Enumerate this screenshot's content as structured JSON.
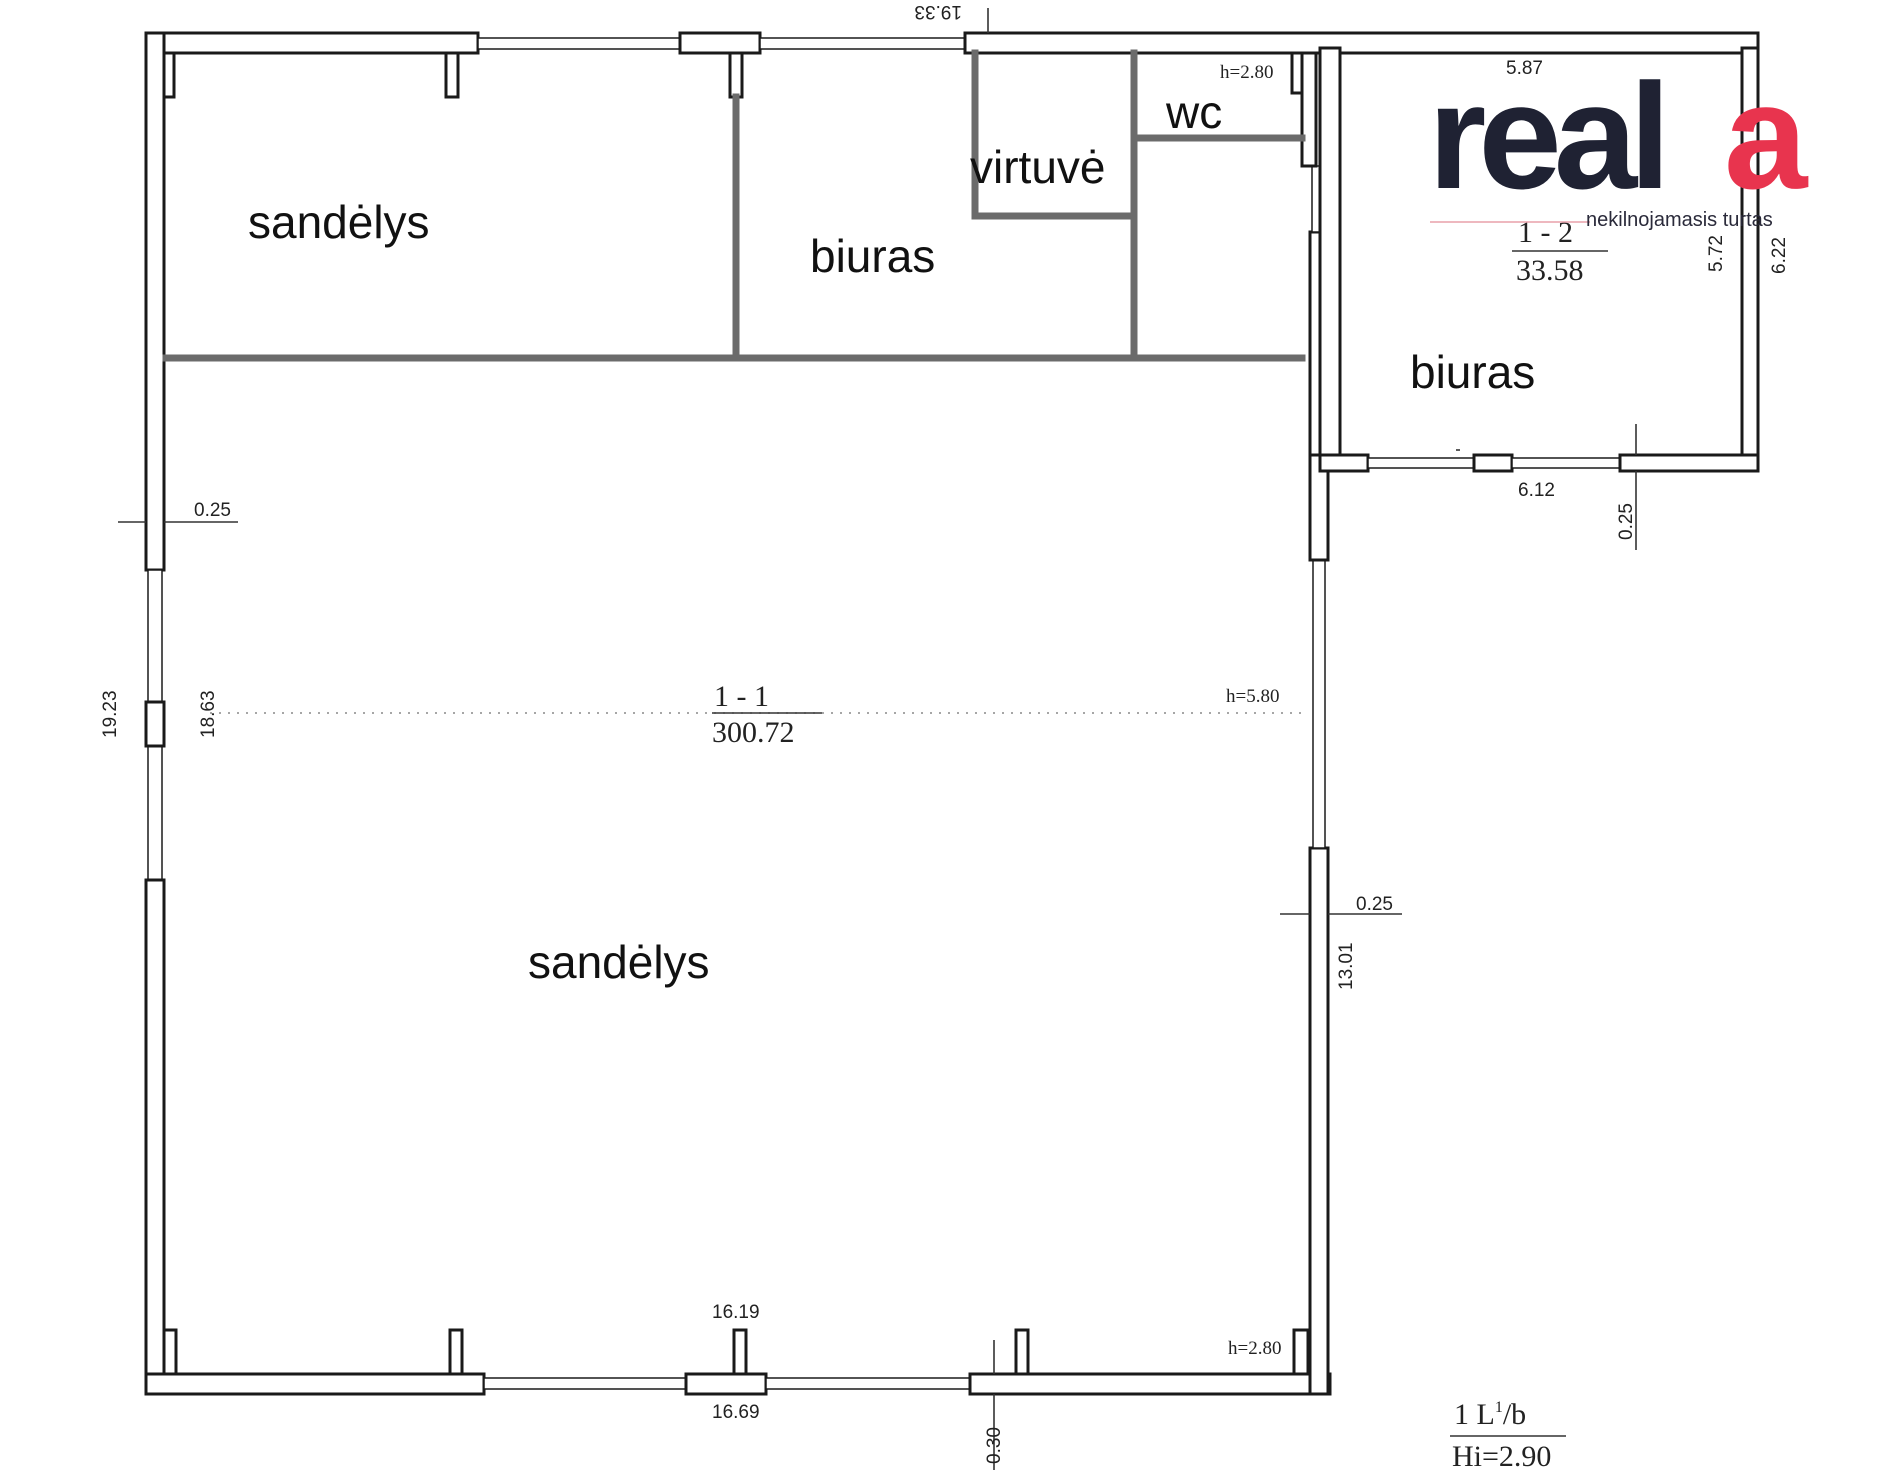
{
  "colors": {
    "wall": "#1a1a1a",
    "partition": "#6b6b6b",
    "logo_dark": "#1f2233",
    "logo_accent": "#e8344e",
    "text": "#111111"
  },
  "logo": {
    "wordmark": "real",
    "mark_letter": "a",
    "tagline": "nekilnojamasis turtas"
  },
  "rooms": {
    "warehouse_top": "sandėlys",
    "office_top": "biuras",
    "kitchen": "virtuvė",
    "wc": "wc",
    "office_right": "biuras",
    "warehouse_main": "sandėlys"
  },
  "areas": {
    "main": {
      "id": "1 - 1",
      "area": "300.72"
    },
    "office": {
      "id": "1 - 2",
      "area": "33.58"
    }
  },
  "dimensions": {
    "top_width": "19.33",
    "top_right_height": "h=2.80",
    "office_inner_width": "5.87",
    "office_inner_depth": "5.72",
    "office_outer_depth": "6.22",
    "office_bottom_width": "6.12",
    "office_wall": "0.25",
    "left_wall": "0.25",
    "outer_height": "19.23",
    "inner_height": "18.63",
    "main_height": "h=5.80",
    "right_wall": "0.25",
    "right_length": "13.01",
    "bottom_inner": "16.19",
    "bottom_outer": "16.69",
    "bottom_right_height": "h=2.80",
    "bottom_wall": "0.30"
  },
  "footer": {
    "floor_prefix": "1 L",
    "floor_sup": "1",
    "floor_suffix": "/b",
    "height": "Hi=2.90"
  }
}
